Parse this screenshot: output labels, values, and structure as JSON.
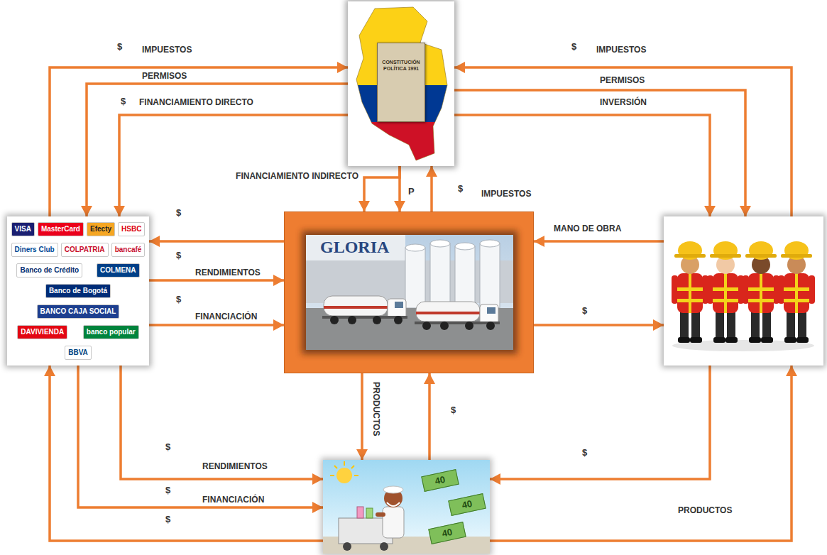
{
  "diagram": {
    "nodes": [
      {
        "text": [
          "CONSTITUCIÓN POLÍTICA 1991"
        ]
      },
      {
        "text": [
          "VISA",
          "MasterCard",
          "Efecty",
          "HSBC",
          "Diners Club",
          "COLPATRIA",
          "bancafé",
          "Banco de Crédito",
          "COLMENA",
          "Banco de Bogotá",
          "BANCO CAJA SOCIAL",
          "DAVIVIENDA",
          "banco popular",
          "BBVA"
        ]
      },
      {
        "text": [
          "GLORIA"
        ]
      },
      {
        "text": []
      },
      {
        "text": [
          "40",
          "40",
          "40"
        ]
      }
    ],
    "edges": [
      {
        "from": 1,
        "to": 0,
        "label": "IMPUESTOS",
        "arrow": "to"
      },
      {
        "from": 0,
        "to": 1,
        "label": "PERMISOS",
        "arrow": "to"
      },
      {
        "from": 0,
        "to": 1,
        "label": "FINANCIAMIENTO DIRECTO",
        "arrow": "to"
      },
      {
        "from": 3,
        "to": 0,
        "label": "IMPUESTOS",
        "arrow": "to"
      },
      {
        "from": 0,
        "to": 3,
        "label": "PERMISOS",
        "arrow": "to"
      },
      {
        "from": 0,
        "to": 3,
        "label": "INVERSIÓN",
        "arrow": "to"
      },
      {
        "from": 0,
        "to": 2,
        "label": "FINANCIAMIENTO INDIRECTO",
        "arrow": "to"
      },
      {
        "from": 0,
        "to": 2,
        "label": "P",
        "arrow": "to"
      },
      {
        "from": 2,
        "to": 0,
        "label": "IMPUESTOS",
        "arrow": "to"
      },
      {
        "from": 2,
        "to": 1,
        "label": "$",
        "arrow": "to"
      },
      {
        "from": 1,
        "to": 2,
        "label": "RENDIMIENTOS",
        "arrow": "to"
      },
      {
        "from": 1,
        "to": 2,
        "label": "FINANCIACIÓN",
        "arrow": "to"
      },
      {
        "from": 3,
        "to": 2,
        "label": "MANO DE OBRA",
        "arrow": "to"
      },
      {
        "from": 2,
        "to": 3,
        "label": "$",
        "arrow": "to"
      },
      {
        "from": 2,
        "to": 4,
        "label": "PRODUCTOS",
        "arrow": "to"
      },
      {
        "from": 4,
        "to": 2,
        "label": "$",
        "arrow": "to"
      },
      {
        "from": 1,
        "to": 4,
        "label": "RENDIMIENTOS",
        "arrow": "to"
      },
      {
        "from": 1,
        "to": 4,
        "label": "FINANCIACIÓN",
        "arrow": "to"
      },
      {
        "from": 4,
        "to": 1,
        "label": "$",
        "arrow": "to"
      },
      {
        "from": 3,
        "to": 4,
        "label": "$",
        "arrow": "to"
      },
      {
        "from": 4,
        "to": 3,
        "label": "PRODUCTOS",
        "arrow": "to"
      }
    ],
    "labels": [
      "$",
      "$",
      "$",
      "$",
      "$",
      "$",
      "$",
      "$"
    ]
  }
}
